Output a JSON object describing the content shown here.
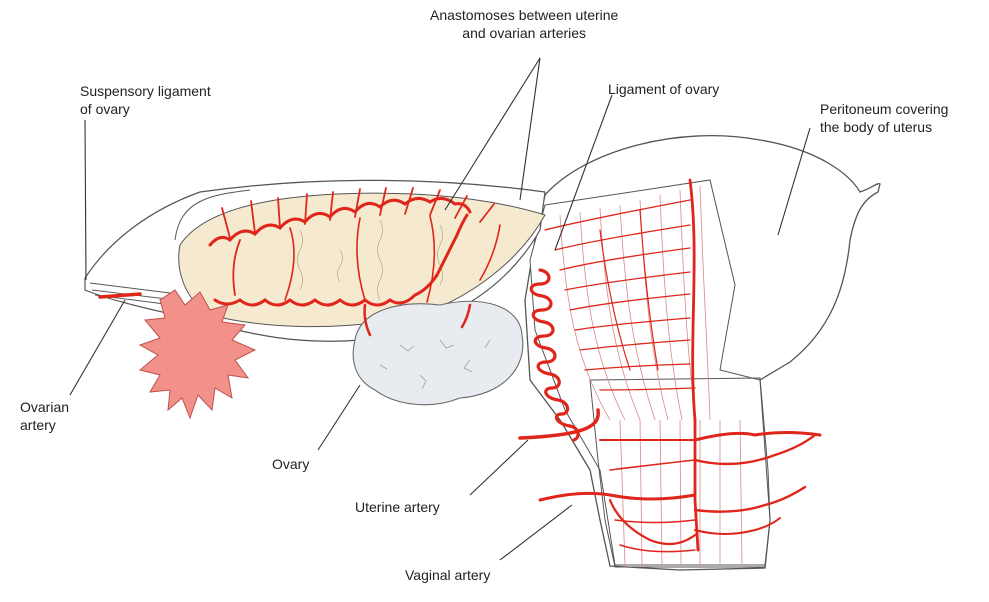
{
  "labels": {
    "anastomoses": [
      "Anastomoses between uterine",
      "and ovarian arteries"
    ],
    "suspensory": [
      "Suspensory ligament",
      "of ovary"
    ],
    "ligament_ovary": "Ligament of ovary",
    "peritoneum": [
      "Peritoneum covering",
      "the body of uterus"
    ],
    "ovarian_artery": [
      "Ovarian",
      "artery"
    ],
    "ovary": "Ovary",
    "uterine_artery": "Uterine artery",
    "vaginal_artery": "Vaginal artery"
  },
  "colors": {
    "artery": "#e0251b",
    "tube_fill": "#f5ead0",
    "ovary_fill": "#e8ebf0",
    "fimbriae_fill": "#f2908a",
    "outline": "#555555",
    "leader": "#333333"
  }
}
